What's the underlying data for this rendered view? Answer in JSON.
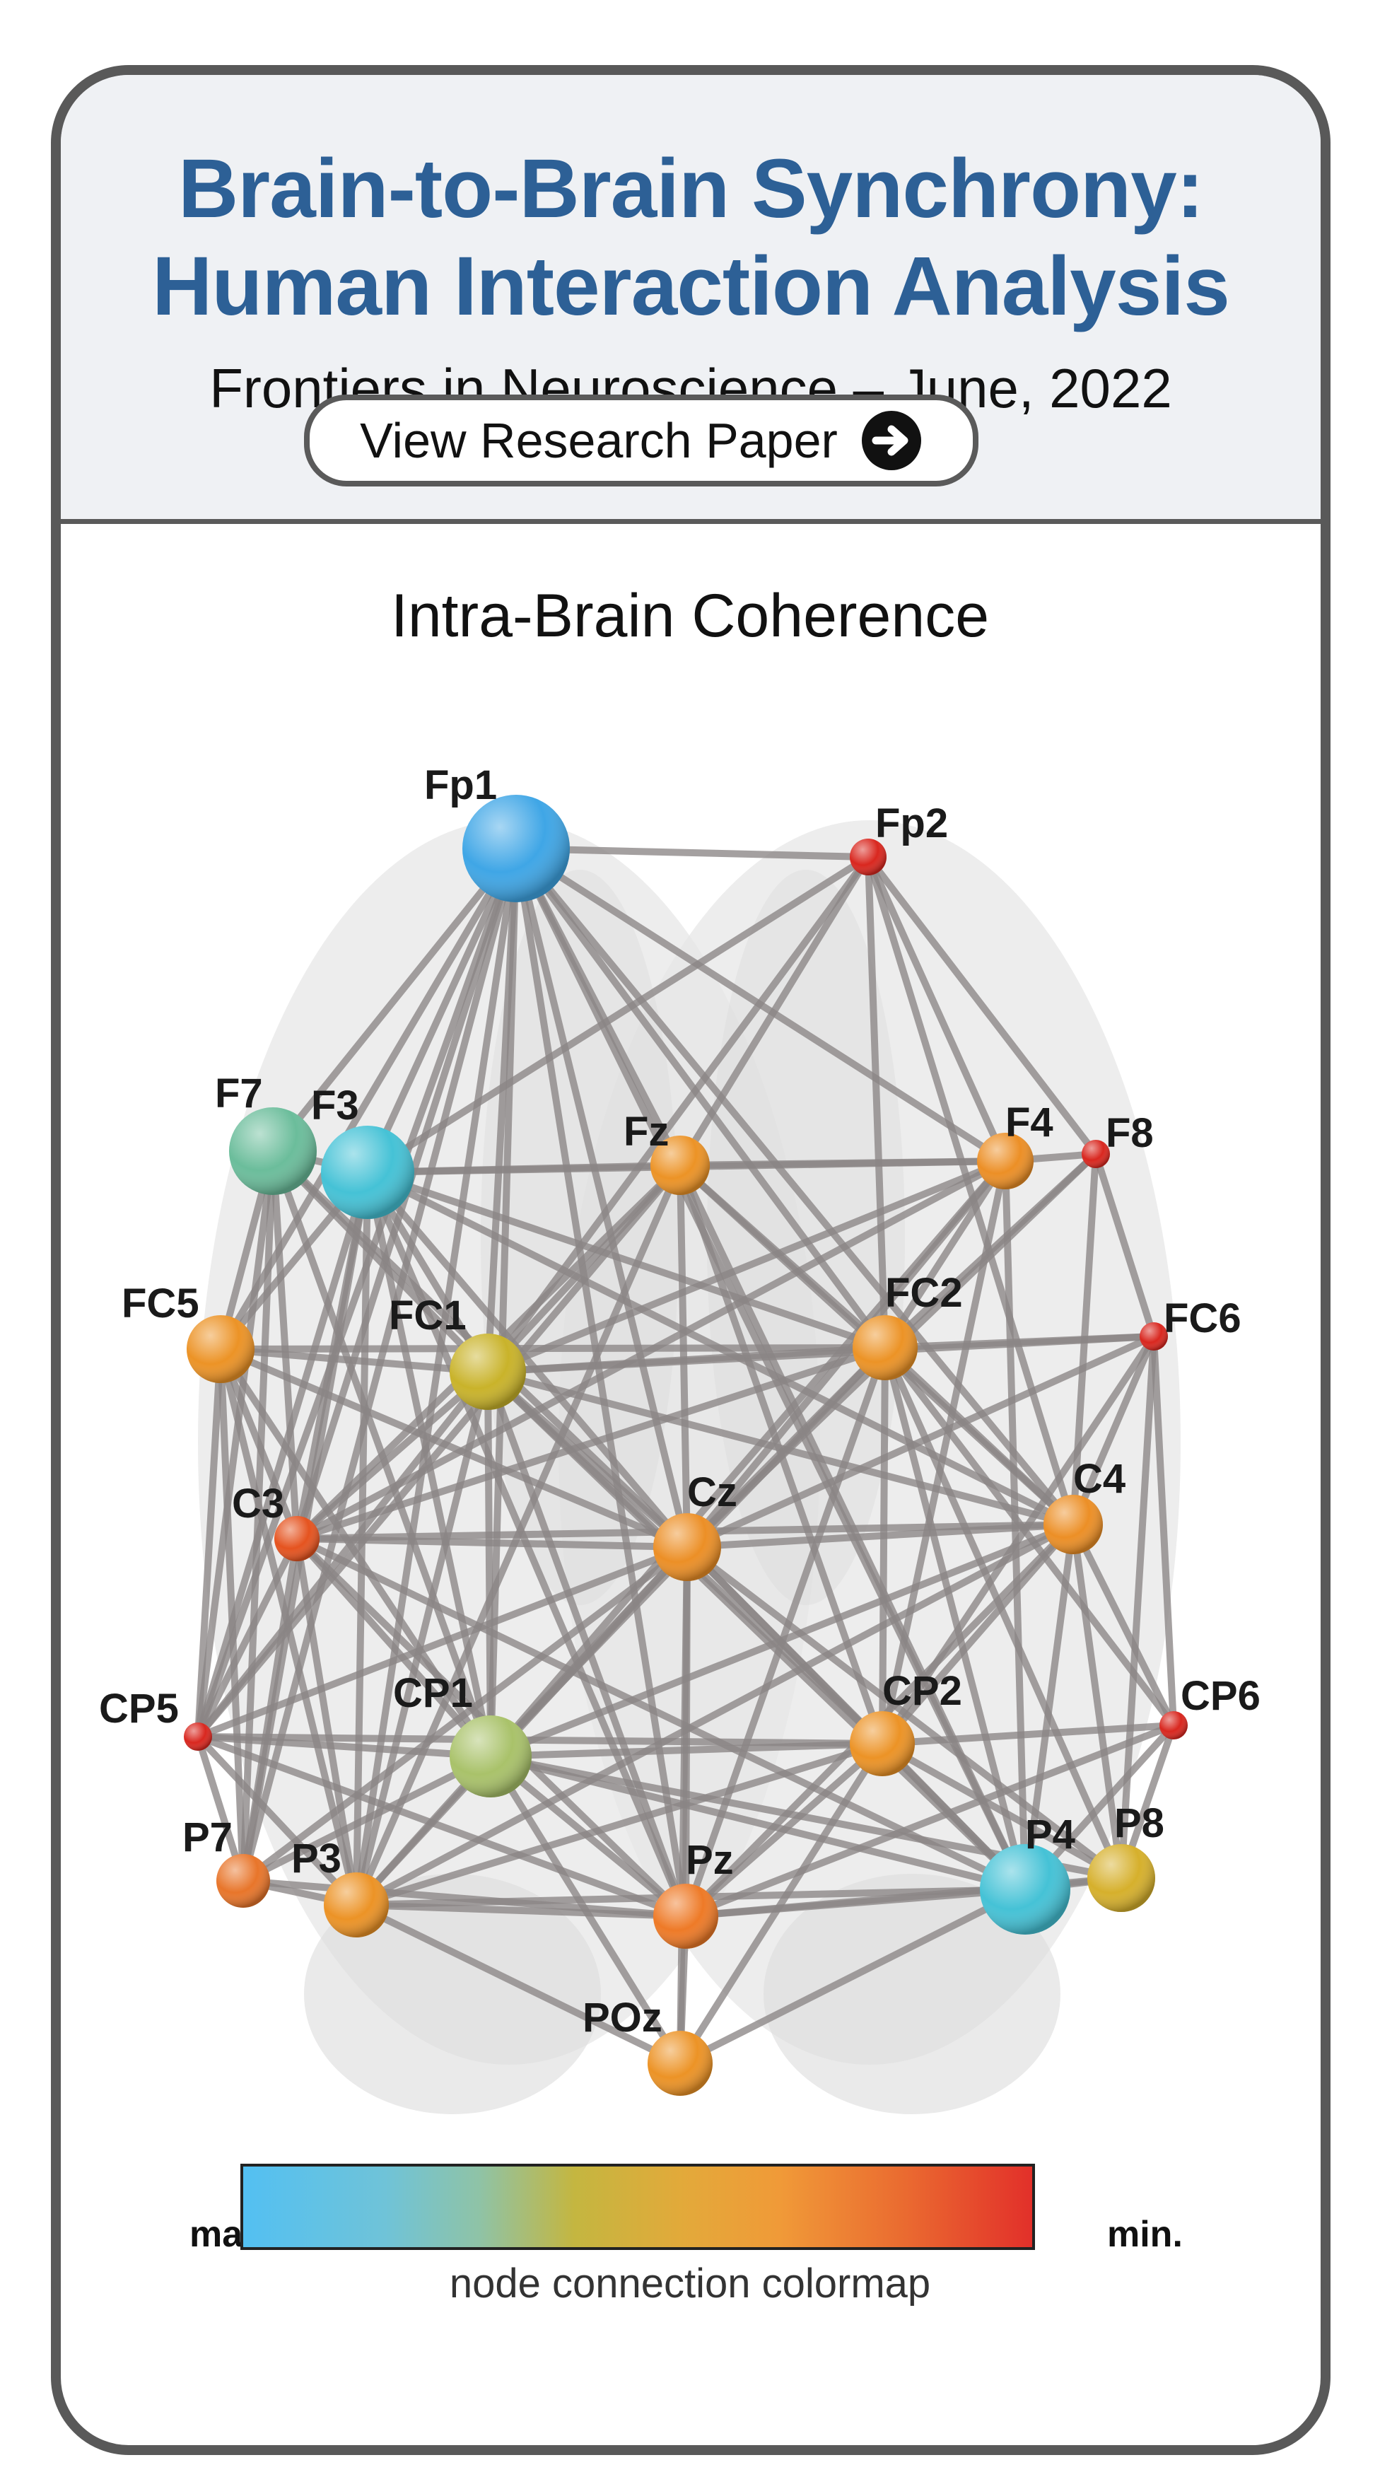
{
  "header": {
    "title_line1": "Brain-to-Brain Synchrony:",
    "title_line2": "Human Interaction Analysis",
    "subtitle": "Frontiers in Neuroscience – June, 2022"
  },
  "paper_button": {
    "label": "View Research Paper",
    "icon": "arrow-right-circle-icon"
  },
  "diagram": {
    "title": "Intra-Brain Coherence",
    "nodes": [
      {
        "id": "Fp1",
        "color": "#3fa6e6"
      },
      {
        "id": "Fp2",
        "color": "#d9271f"
      },
      {
        "id": "F7",
        "color": "#6bbd9b"
      },
      {
        "id": "F3",
        "color": "#45c2d6"
      },
      {
        "id": "Fz",
        "color": "#ec9326"
      },
      {
        "id": "F4",
        "color": "#ec8f26"
      },
      {
        "id": "F8",
        "color": "#d9271f"
      },
      {
        "id": "FC5",
        "color": "#ec9326"
      },
      {
        "id": "FC1",
        "color": "#c9b32a"
      },
      {
        "id": "FC2",
        "color": "#ec9326"
      },
      {
        "id": "FC6",
        "color": "#d9271f"
      },
      {
        "id": "C3",
        "color": "#e5531f"
      },
      {
        "id": "Cz",
        "color": "#ec8f26"
      },
      {
        "id": "C4",
        "color": "#ec8f26"
      },
      {
        "id": "CP5",
        "color": "#d9271f"
      },
      {
        "id": "CP1",
        "color": "#a9c26a"
      },
      {
        "id": "CP2",
        "color": "#ec9326"
      },
      {
        "id": "CP6",
        "color": "#d9271f"
      },
      {
        "id": "P7",
        "color": "#e8752a"
      },
      {
        "id": "P3",
        "color": "#ec9326"
      },
      {
        "id": "Pz",
        "color": "#ee7a27"
      },
      {
        "id": "P4",
        "color": "#45c2d6"
      },
      {
        "id": "P8",
        "color": "#d6b02c"
      },
      {
        "id": "POz",
        "color": "#ec9326"
      }
    ]
  },
  "colormap": {
    "max_label": "max.",
    "min_label": "min.",
    "caption": "node connection colormap"
  }
}
